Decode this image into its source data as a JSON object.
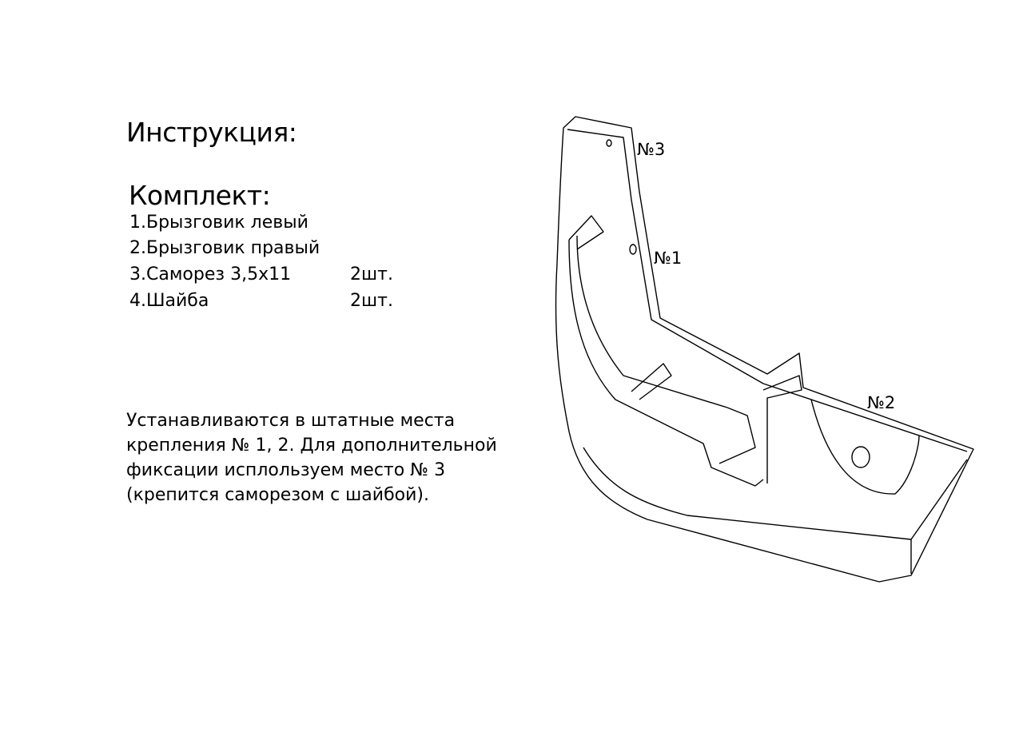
{
  "title": "Инструкция:",
  "kit": {
    "title": "Комплект:",
    "items": [
      {
        "name": "1.Брызговик левый",
        "qty": ""
      },
      {
        "name": "2.Брызговик правый",
        "qty": ""
      },
      {
        "name": "3.Саморез 3,5х11",
        "qty": "2шт."
      },
      {
        "name": "4.Шайба",
        "qty": "2шт."
      }
    ]
  },
  "note": [
    "Устанавливаются в штатные места",
    "крепления № 1, 2. Для дополнительной",
    "фиксации исплользуем место № 3",
    "(крепится саморезом с шайбой)."
  ],
  "diagram": {
    "labels": {
      "p3": "№3",
      "p1": "№1",
      "p2": "№2"
    }
  }
}
